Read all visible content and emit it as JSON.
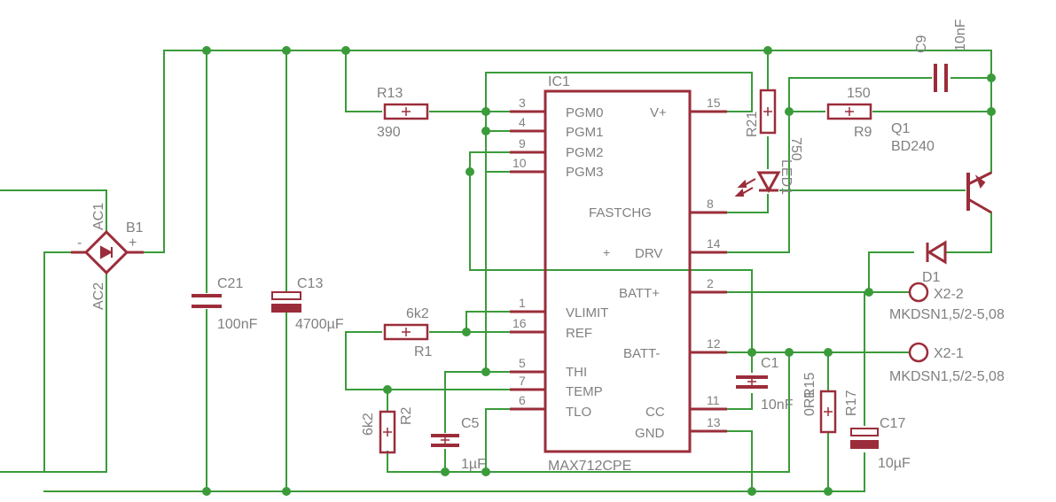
{
  "colors": {
    "wire": "#3a9b3a",
    "part": "#9b2d3a",
    "text": "#808080",
    "background": "#ffffff"
  },
  "ic": {
    "name": "IC1",
    "value": "MAX712CPE",
    "pins_left": [
      {
        "num": "3",
        "name": "PGM0"
      },
      {
        "num": "4",
        "name": "PGM1"
      },
      {
        "num": "9",
        "name": "PGM2"
      },
      {
        "num": "10",
        "name": "PGM3"
      },
      {
        "num": "1",
        "name": "VLIMIT"
      },
      {
        "num": "16",
        "name": "REF"
      },
      {
        "num": "5",
        "name": "THI"
      },
      {
        "num": "7",
        "name": "TEMP"
      },
      {
        "num": "6",
        "name": "TLO"
      }
    ],
    "pins_right": [
      {
        "num": "15",
        "name": "V+"
      },
      {
        "num": "8",
        "name": "FASTCHG"
      },
      {
        "num": "14",
        "name": "DRV"
      },
      {
        "num": "2",
        "name": "BATT+"
      },
      {
        "num": "12",
        "name": "BATT-"
      },
      {
        "num": "11",
        "name": "CC"
      },
      {
        "num": "13",
        "name": "GND"
      }
    ]
  },
  "parts": {
    "B1": {
      "name": "B1",
      "ac1": "AC1",
      "ac2": "AC2",
      "minus": "-",
      "plus": "+"
    },
    "C21": {
      "name": "C21",
      "value": "100nF"
    },
    "C13": {
      "name": "C13",
      "value": "4700µF"
    },
    "R13": {
      "name": "R13",
      "value": "390"
    },
    "R1": {
      "name": "R1",
      "value": "6k2"
    },
    "R2": {
      "name": "R2",
      "value": "6k2"
    },
    "C5": {
      "name": "C5",
      "value": "1µF"
    },
    "R21": {
      "name": "R21",
      "value": "750"
    },
    "LED1": {
      "name": "LED1"
    },
    "C9": {
      "name": "C9",
      "value": "10nF"
    },
    "R9": {
      "name": "R9",
      "value": "150"
    },
    "Q1": {
      "name": "Q1",
      "value": "BD240"
    },
    "D1": {
      "name": "D1"
    },
    "C1": {
      "name": "C1",
      "value": "10nF"
    },
    "R15": {
      "name": "R15",
      "value": "0R1"
    },
    "R17": {
      "name": "R17"
    },
    "C17": {
      "name": "C17",
      "value": "10µF"
    },
    "X2_2": {
      "name": "X2-2",
      "value": "MKDSN1,5/2-5,08"
    },
    "X2_1": {
      "name": "X2-1",
      "value": "MKDSN1,5/2-5,08"
    }
  },
  "misc": {
    "drv_plus": "+"
  }
}
